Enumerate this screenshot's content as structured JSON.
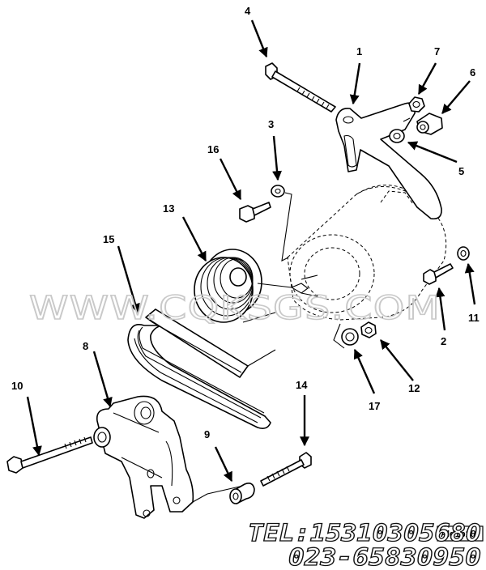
{
  "callouts": [
    {
      "id": "1",
      "label": "1"
    },
    {
      "id": "2",
      "label": "2"
    },
    {
      "id": "3",
      "label": "3"
    },
    {
      "id": "4",
      "label": "4"
    },
    {
      "id": "5",
      "label": "5"
    },
    {
      "id": "6",
      "label": "6"
    },
    {
      "id": "7",
      "label": "7"
    },
    {
      "id": "8",
      "label": "8"
    },
    {
      "id": "9",
      "label": "9"
    },
    {
      "id": "10",
      "label": "10"
    },
    {
      "id": "11",
      "label": "11"
    },
    {
      "id": "12",
      "label": "12"
    },
    {
      "id": "13",
      "label": "13"
    },
    {
      "id": "14",
      "label": "14"
    },
    {
      "id": "15",
      "label": "15"
    },
    {
      "id": "16",
      "label": "16"
    },
    {
      "id": "17",
      "label": "17"
    }
  ],
  "watermark": {
    "text": "WWW.CQKSGS.COM"
  },
  "contact": {
    "tel": "TEL:15310305680",
    "phone2": "023-65830950"
  },
  "drawing_code": "Ald1b1gf"
}
